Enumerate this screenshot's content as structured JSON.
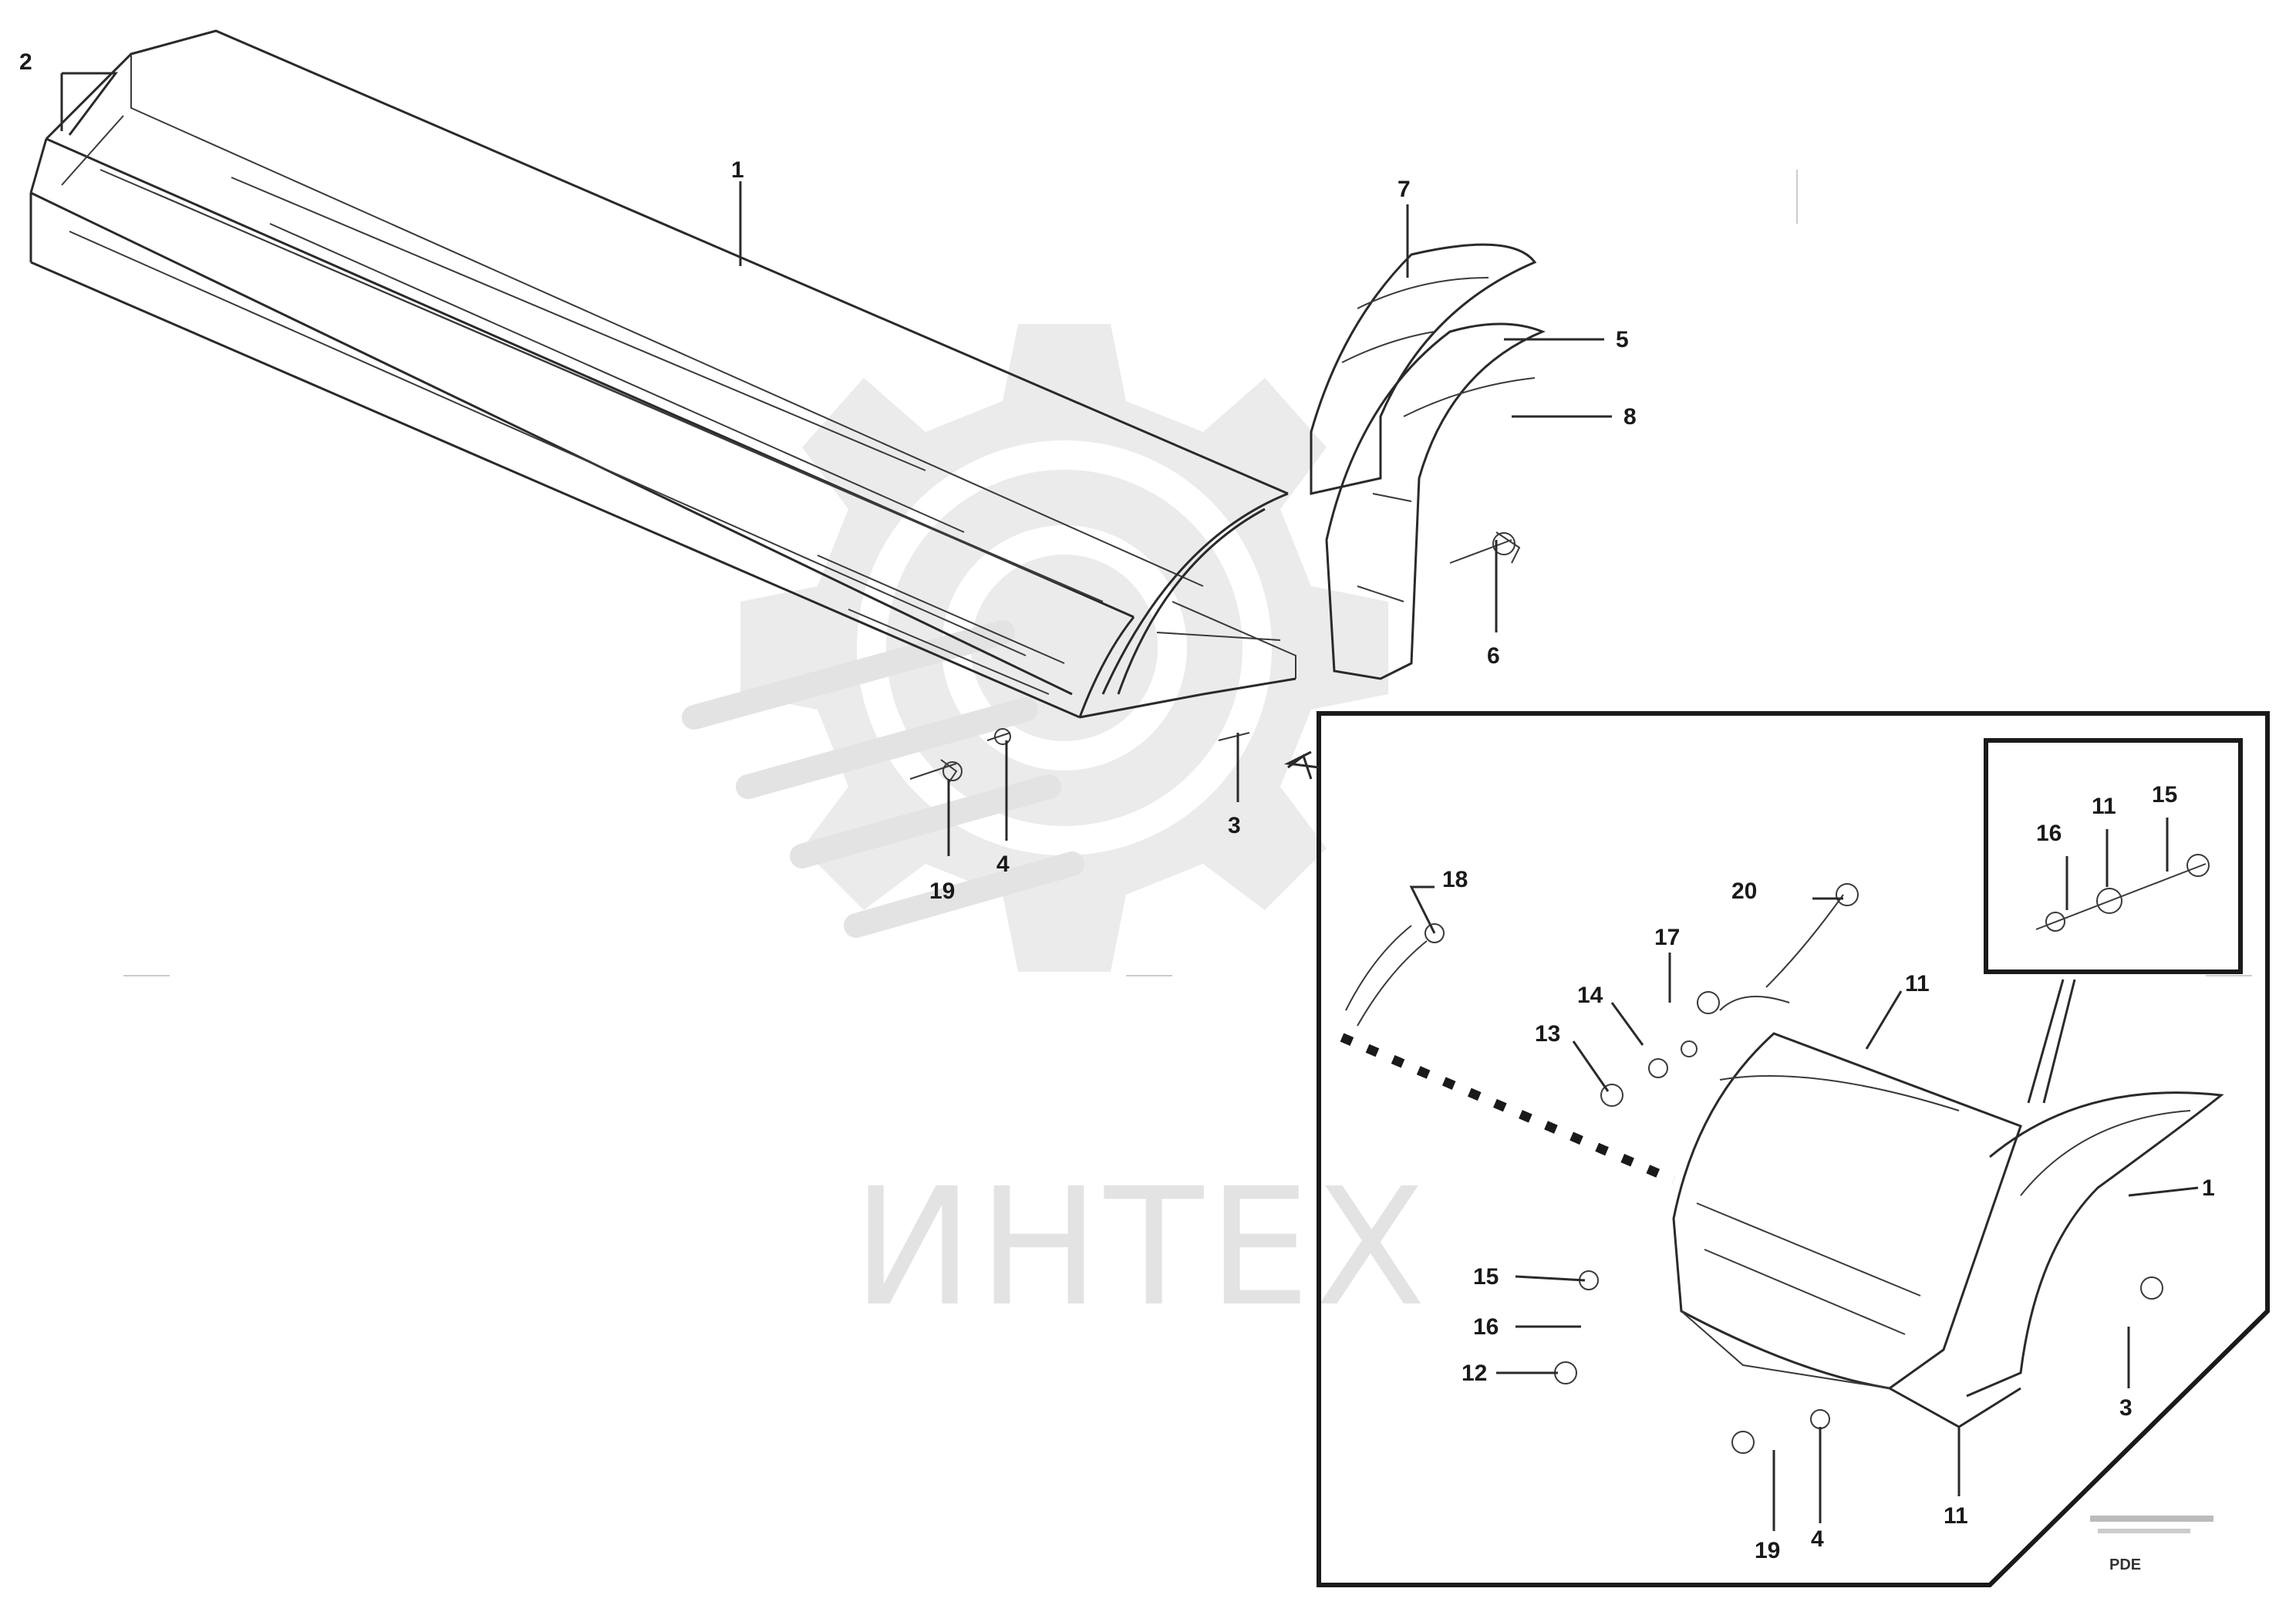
{
  "watermark": {
    "text": "ИНТЕХ",
    "color": "#d9d9d9"
  },
  "main_view": {
    "callouts": [
      "2",
      "1",
      "7",
      "5",
      "8",
      "6",
      "3",
      "4",
      "19"
    ]
  },
  "detail_view": {
    "callouts": [
      "18",
      "20",
      "17",
      "14",
      "13",
      "11",
      "15",
      "16",
      "12",
      "1",
      "3",
      "4",
      "19",
      "11"
    ],
    "inset_callouts": [
      "16",
      "11",
      "15"
    ],
    "reference_code": "PDE"
  }
}
